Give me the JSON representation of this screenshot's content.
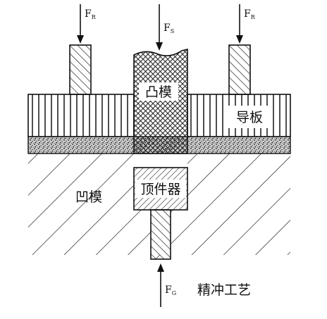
{
  "forces": {
    "left": {
      "symbol": "F",
      "sub": "R"
    },
    "center": {
      "symbol": "F",
      "sub": "S"
    },
    "right": {
      "symbol": "F",
      "sub": "R"
    },
    "bottom": {
      "symbol": "F",
      "sub": "G"
    }
  },
  "labels": {
    "punch": "凸模",
    "guide_plate": "导板",
    "die": "凹模",
    "ejector": "顶件器",
    "caption": "精冲工艺"
  }
}
